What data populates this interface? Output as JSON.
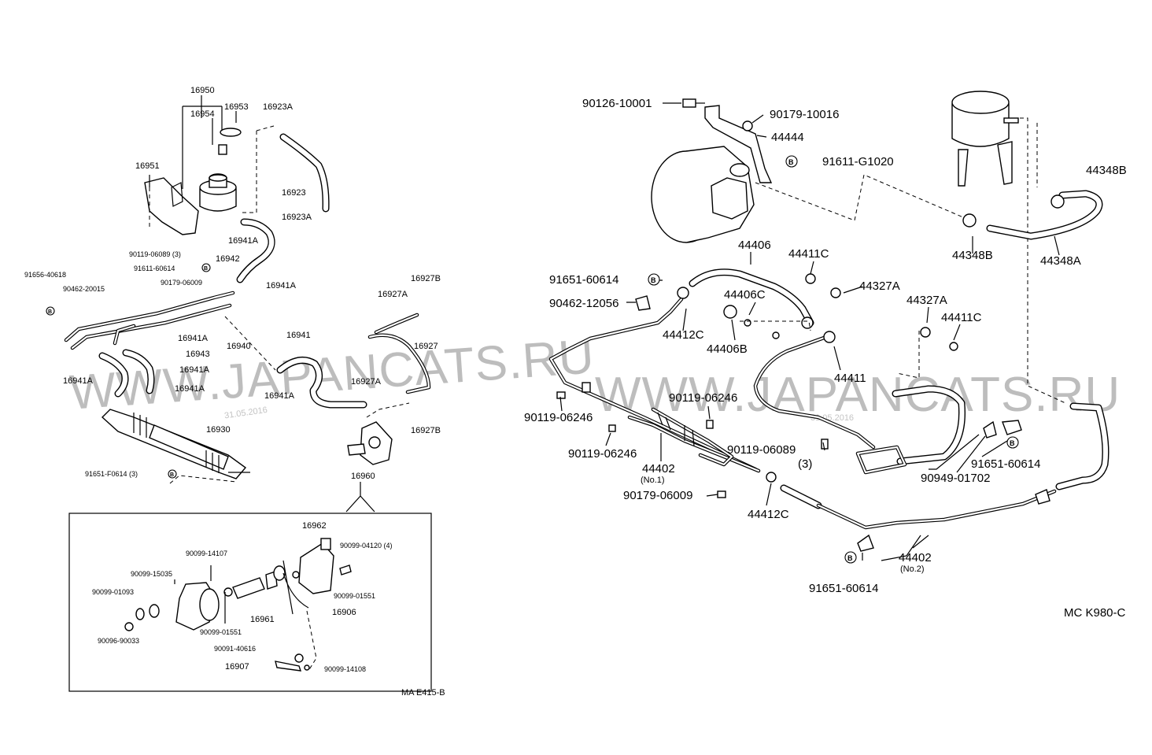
{
  "watermark": {
    "left_text": "WWW.JAPANCATS.RU",
    "right_text": "WWW.JAPANCATS.RU",
    "left_date": "31.05.2016",
    "right_date": "31.05.2016"
  },
  "left_diagram": {
    "code": "MA E415-B",
    "labels": {
      "l16950": "16950",
      "l16954": "16954",
      "l16953": "16953",
      "l16923A_top": "16923A",
      "l16951": "16951",
      "l16923": "16923",
      "l16923A_bot": "16923A",
      "l16941A_1": "16941A",
      "l90119_06089": "90119-06089 (3)",
      "l16942": "16942",
      "l91611_60614": "91611-60614",
      "l16941A_2": "16941A",
      "l91656_40618": "91656-40618",
      "l90462_20015": "90462-20015",
      "l90179_06009": "90179-06009",
      "l16927B_top": "16927B",
      "l16927A_top": "16927A",
      "l16941A_3": "16941A",
      "l16940": "16940",
      "l16943": "16943",
      "l16941A_4": "16941A",
      "l16941": "16941",
      "l16927": "16927",
      "l16941A_5": "16941A",
      "l16941A_6": "16941A",
      "l16927A_bot": "16927A",
      "l16941A_7": "16941A",
      "l16927B_bot": "16927B",
      "l16930": "16930",
      "l91651_F0614": "91651-F0614 (3)",
      "l16960": "16960",
      "l16962": "16962",
      "l90099_14107": "90099-14107",
      "l90099_04120": "90099-04120 (4)",
      "l90099_15035": "90099-15035",
      "l90099_01093": "90099-01093",
      "l90099_01551a": "90099-01551",
      "l90099_01551b": "90099-01551",
      "l16961": "16961",
      "l16906": "16906",
      "l90096_90033": "90096-90033",
      "l90091_40616": "90091-40616",
      "l16907": "16907",
      "l90099_14108": "90099-14108"
    }
  },
  "right_diagram": {
    "code": "MC K980-C",
    "labels": {
      "r90126_10001": "90126-10001",
      "r90179_10016": "90179-10016",
      "r44444": "44444",
      "r91611_G1020": "91611-G1020",
      "r44348B_top": "44348B",
      "r44348B_bot": "44348B",
      "r44348A": "44348A",
      "r44406": "44406",
      "r44411C_1": "44411C",
      "r91651_60614_a": "91651-60614",
      "r44327A_1": "44327A",
      "r90462_12056": "90462-12056",
      "r44406C": "44406C",
      "r44327A_2": "44327A",
      "r44411C_2": "44411C",
      "r44412C_1": "44412C",
      "r44406B": "44406B",
      "r44411": "44411",
      "r90119_06246_a": "90119-06246",
      "r90119_06246_b": "90119-06246",
      "r90119_06246_c": "90119-06246",
      "r90119_06089": "90119-06089",
      "r90119_06089_qty": "(3)",
      "r44402_1": "44402",
      "r44402_1_sub": "(No.1)",
      "r90179_06009": "90179-06009",
      "r44412C_2": "44412C",
      "r91651_60614_b": "91651-60614",
      "r90949_01702": "90949-01702",
      "r44402_2": "44402",
      "r44402_2_sub": "(No.2)",
      "r91651_60614_c": "91651-60614"
    },
    "badge_letter": "B"
  }
}
